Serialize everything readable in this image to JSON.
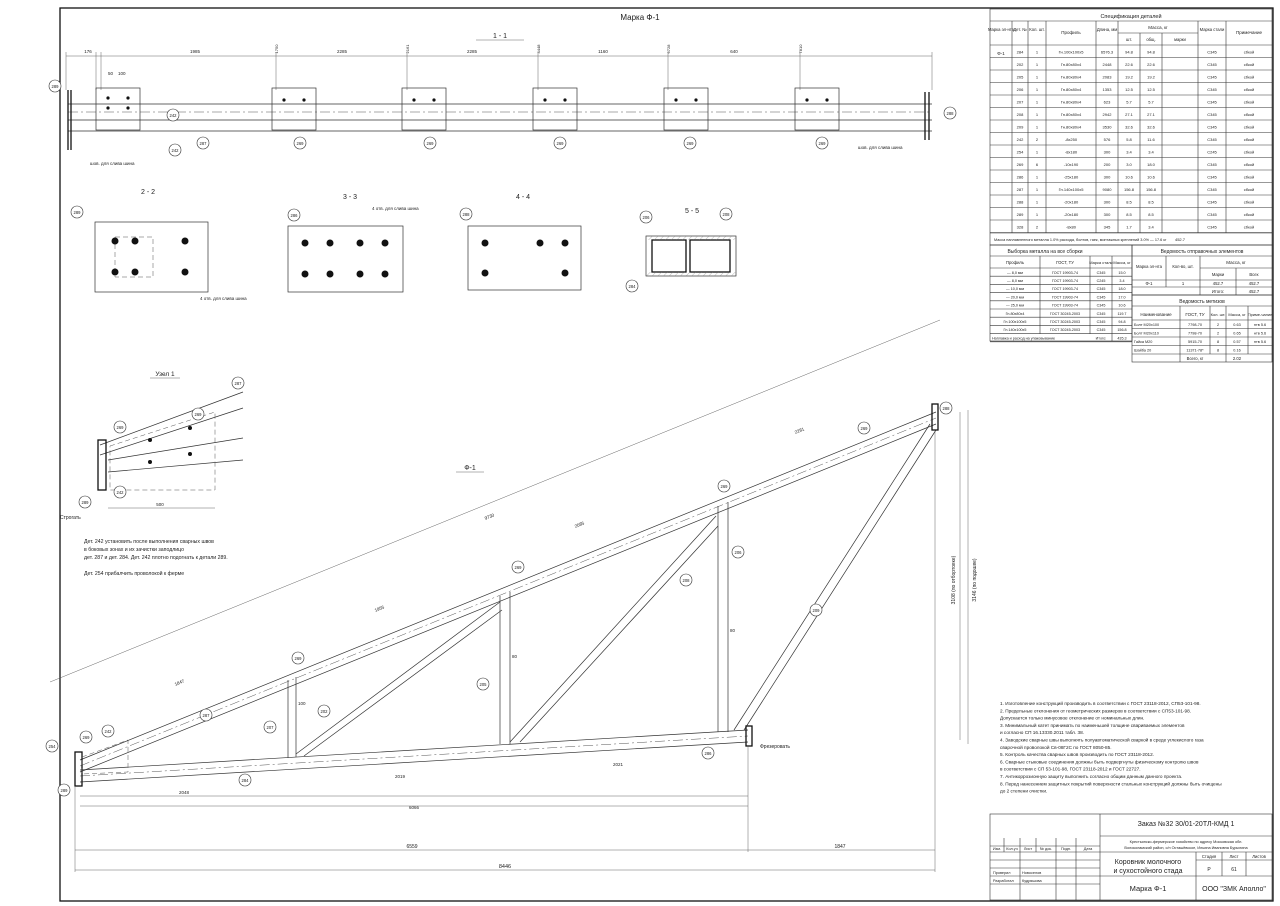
{
  "header": {
    "mark_title": "Марка Ф-1"
  },
  "views": {
    "section_1_1": "1 - 1",
    "section_2_2": "2 - 2",
    "section_3_3": "3 - 3",
    "section_4_4": "4 - 4",
    "section_5_5": "5 - 5",
    "node_1": "Узел 1",
    "truss_label": "Ф-1"
  },
  "dims_top": [
    "176",
    "1985",
    "2285",
    "2285",
    "1160",
    "640"
  ],
  "gap_dims": [
    "1750",
    "2161",
    "4448",
    "6728",
    "7810",
    "8526"
  ],
  "plate_dims": [
    "50",
    "100"
  ],
  "seam_note": "шов. для слива шина",
  "bubbles_top": [
    "289",
    "242",
    "242",
    "287",
    "269",
    "269",
    "269",
    "269",
    "269",
    "288"
  ],
  "section_notes": {
    "bolts_4": "4 отв. для слива шина",
    "bolts_4b": "4 отв. для слива шина"
  },
  "spec_table": {
    "title": "Спецификация деталей",
    "headers": [
      "Марка эл-нта",
      "Дет. №",
      "Кол. шт.",
      "Профиль",
      "Длина, мм",
      "Масса, кг",
      "шт.",
      "общ.",
      "марки",
      "Марка стали",
      "Примечание"
    ],
    "mark": "Ф-1",
    "rows": [
      [
        "284",
        "1",
        "Гн.100х100х5",
        "6576.3",
        "94.8",
        "94.8",
        "",
        "С345",
        "сбкой"
      ],
      [
        "202",
        "1",
        "Гн.80х80х4",
        "2448",
        "22.6",
        "22.6",
        "",
        "С345",
        "сбкой"
      ],
      [
        "205",
        "1",
        "Гн.80х80х4",
        "2083",
        "19.2",
        "19.2",
        "",
        "С345",
        "сбкой"
      ],
      [
        "206",
        "1",
        "Гн.80х80х4",
        "1353",
        "12.5",
        "12.5",
        "",
        "С345",
        "сбкой"
      ],
      [
        "207",
        "1",
        "Гн.80х80х4",
        "623",
        "5.7",
        "5.7",
        "",
        "С345",
        "сбкой"
      ],
      [
        "208",
        "1",
        "Гн.80х80х4",
        "2942",
        "27.1",
        "27.1",
        "",
        "С345",
        "сбкой"
      ],
      [
        "209",
        "1",
        "Гн.80х80х4",
        "3530",
        "32.6",
        "32.6",
        "",
        "С345",
        "сбкой"
      ],
      [
        "242",
        "2",
        "-8х250",
        "576",
        "5.8",
        "11.6",
        "",
        "С345",
        "сбкой"
      ],
      [
        "254",
        "1",
        "-8х180",
        "300",
        "3.4",
        "3.4",
        "",
        "С245",
        "сбкой"
      ],
      [
        "269",
        "6",
        "-10х190",
        "200",
        "3.0",
        "18.0",
        "",
        "С345",
        "сбкой"
      ],
      [
        "286",
        "1",
        "-25х180",
        "300",
        "10.6",
        "10.6",
        "",
        "С345",
        "сбкой"
      ],
      [
        "287",
        "1",
        "Гн.140х100х5",
        "9080",
        "156.8",
        "156.8",
        "",
        "С345",
        "сбкой"
      ],
      [
        "288",
        "1",
        "-20х180",
        "300",
        "8.5",
        "8.5",
        "",
        "С345",
        "сбкой"
      ],
      [
        "289",
        "1",
        "-20х180",
        "300",
        "8.5",
        "8.5",
        "",
        "С345",
        "сбкой"
      ],
      [
        "328",
        "2",
        "-8х80",
        "345",
        "1.7",
        "3.4",
        "",
        "С345",
        "сбкой"
      ]
    ],
    "total_mass": "452.7",
    "note": "Масса наплавленного металла 1.0% расхода, болтов, гаек, монтажных креплений 3.0% — 17.6 кг"
  },
  "weld_table": {
    "title": "Выборка металла на все сборки",
    "headers": [
      "Профиль",
      "ГОСТ, ТУ",
      "Марка стали",
      "Масса, кг"
    ],
    "rows": [
      [
        "— 8,0 мм",
        "ГОСТ 19903-74",
        "С345",
        "15.0"
      ],
      [
        "— 8,0 мм",
        "ГОСТ 19903-74",
        "С245",
        "3.4"
      ],
      [
        "— 10,0 мм",
        "ГОСТ 19903-74",
        "С345",
        "18.0"
      ],
      [
        "— 20,0 мм",
        "ГОСТ 19903-74",
        "С345",
        "17.0"
      ],
      [
        "— 25,0 мм",
        "ГОСТ 19903-74",
        "С345",
        "10.6"
      ],
      [
        "Гн.80х80х4",
        "ГОСТ 30245-2003",
        "С345",
        "119.7"
      ],
      [
        "Гн.100х100х5",
        "ГОСТ 30245-2003",
        "С345",
        "94.8"
      ],
      [
        "Гн.140х100х5",
        "ГОСТ 30245-2003",
        "С345",
        "156.8"
      ],
      [
        "Наплавка и расход на упаковывание",
        "",
        "Итого:",
        "435.3"
      ]
    ]
  },
  "ship_table": {
    "title": "Ведомость отправочных элементов",
    "headers": [
      "Марка эл-нта",
      "Кол-во, шт.",
      "Масса, кг",
      "Марки",
      "Всех"
    ],
    "rows": [
      [
        "Ф-1",
        "1",
        "452.7",
        "452.7"
      ]
    ],
    "total_label": "Итого:",
    "total": "452.7"
  },
  "bolt_table": {
    "title": "Ведомость метизов",
    "headers": [
      "Наименование",
      "ГОСТ, ТУ",
      "Кол. шт.",
      "Масса, кг",
      "Приме-чание"
    ],
    "rows": [
      [
        "Болт М20х100",
        "7798-70",
        "2",
        "0.63",
        "нтв 5.6"
      ],
      [
        "Болт М20х110",
        "7798-70",
        "2",
        "0.65",
        "нтв 5.6"
      ],
      [
        "Гайка М20",
        "5915-70",
        "8",
        "0.57",
        "нтв 5.6"
      ],
      [
        "Шайба 20",
        "11371-78*",
        "8",
        "0.16",
        ""
      ]
    ],
    "total_label": "Всего, кг",
    "total": "2.02"
  },
  "node_notes": [
    "Дет. 242 установить после выполнения сварных швов",
    "в боковых зонах и их зачистки заподлицо",
    "дет. 287 и дет. 284. Дет. 242 плотно подогнать к детали 289.",
    "Дет. 254 прибалчить проволокой к ферме"
  ],
  "node_labels": {
    "strogat": "Строгать",
    "frez": "Фрезеровать"
  },
  "truss_dims": {
    "bottom_total": "8446",
    "bottom_left": "6559",
    "bottom_right": "1847",
    "bottom_mid": "6066",
    "chord_segments": [
      "2048",
      "2019",
      "2021"
    ],
    "top_len": "9730",
    "top_seg1": "1847",
    "top_seg2": "1955",
    "top_seg3": "2085",
    "top_seg4": "2281",
    "height_a": "3108 (по отбортовке)",
    "height_b": "3146 (по подошве)",
    "vert_a": "80",
    "vert_b": "100"
  },
  "truss_bubbles": [
    "287",
    "269",
    "269",
    "269",
    "269",
    "269",
    "288",
    "205",
    "206",
    "208",
    "209",
    "207",
    "286",
    "284",
    "254",
    "289",
    "242",
    "202"
  ],
  "general_notes": [
    "1. Изготовление конструкций производить в соответствии с ГОСТ 23118-2012, СП53-101-98.",
    "2. Предельные отклонения от геометрических размеров в соответствии с СП53-101-98.",
    "   Допускается только минусовое отклонение от номинальных длин.",
    "3. Минимальный катет принимать по наименьшей толщине свариваемых элементов",
    "   и согласно СП 16.13330.2011 табл. 38.",
    "4. Заводские сварные швы выполнять полуавтоматической сваркой в среде углекислого газа",
    "   сварочной проволокой Св-08Г2С по ГОСТ 8050-85.",
    "5. Контроль качества сварных швов производить по ГОСТ 23118-2012.",
    "6. Сварные стыковые соединения должны быть подвергнуты физическому контролю швов",
    "   в соответствии с СП 53-101-98, ГОСТ 23118-2012 и ГОСТ 22727.",
    "7. Антикоррозионную защиту выполнить согласно общим данным данного проекта.",
    "8. Перед нанесением защитных покрытий поверхности стальных конструкций должны быть очищены",
    "   до 2 степени очистки."
  ],
  "title_block": {
    "order": "Заказ №32  30/01-20ТЛ-КМД 1",
    "address_1": "Крестьянско-фермерское хозяйство по адресу Московская обл.",
    "address_2": "Волоколамский район, с/п Осташёвское, Ильина Ивановна Бурылина",
    "object_1": "Коровник молочного",
    "object_2": "и сухостойного стада",
    "sheet_title": "Марка Ф-1",
    "company": "ООО \"ЗМК Аполло\"",
    "stage_label": "Стадия",
    "sheet_label": "Лист",
    "sheets_label": "Листов",
    "stage": "Р",
    "sheet": "61",
    "sheets": "",
    "col_izm": "Изм.",
    "col_kol": "Кол.уч",
    "col_list": "Лист",
    "col_doc": "№ док.",
    "col_sign": "Подп.",
    "col_date": "Дата",
    "dev_label": "Разработал",
    "dev_name": "Кудряшова",
    "check_label": "Проверил",
    "check_name": "Новоселов"
  }
}
